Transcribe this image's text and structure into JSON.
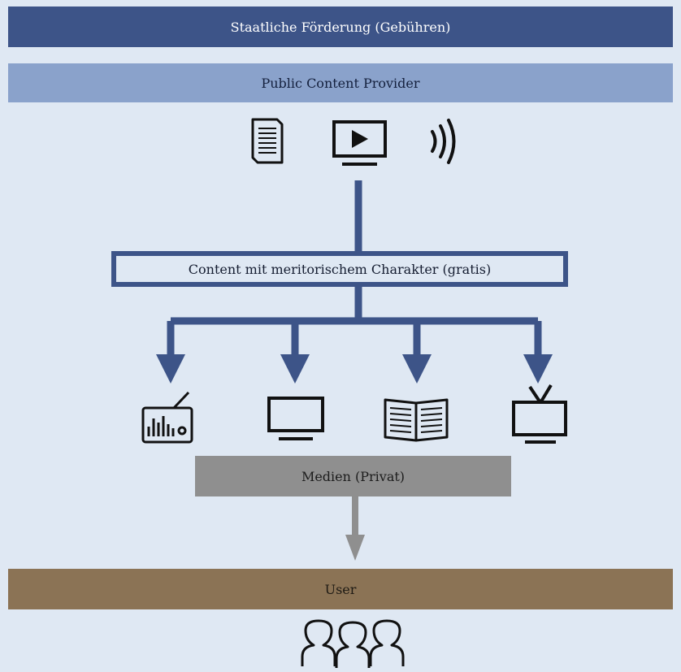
{
  "diagram": {
    "funding_label": "Staatliche Förderung (Gebühren)",
    "provider_label": "Public Content Provider",
    "content_label": "Content mit meritorischem Charakter (gratis)",
    "media_label": "Medien (Privat)",
    "user_label": "User",
    "provider_icons": [
      "newspaper-icon",
      "video-play-icon",
      "audio-waves-icon"
    ],
    "media_icons": [
      "radio-icon",
      "monitor-icon",
      "open-book-icon",
      "tv-icon"
    ],
    "user_icon": "users-group-icon"
  },
  "colors": {
    "background": "#dfe8f3",
    "dark_blue": "#3d5488",
    "light_blue": "#8aa2cb",
    "gray": "#8f8f8f",
    "brown": "#8b7355"
  }
}
